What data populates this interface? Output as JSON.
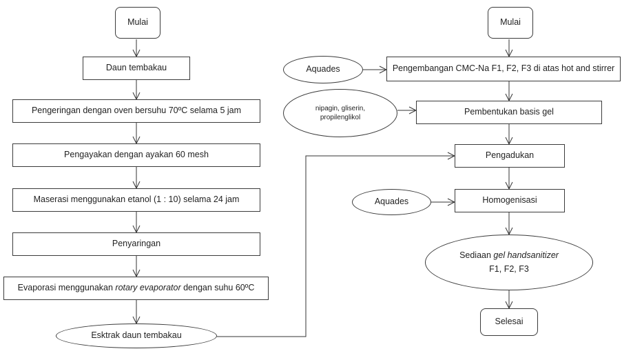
{
  "left_flow": {
    "start": "Mulai",
    "leaf": "Daun tembakau",
    "drying": "Pengeringan dengan oven bersuhu 70ºC selama 5 jam",
    "sieving": "Pengayakan dengan ayakan 60 mesh",
    "maceration": "Maserasi menggunakan etanol (1 : 10) selama 24 jam",
    "filtering": "Penyaringan",
    "evaporation_pre": "Evaporasi menggunakan ",
    "evaporation_italic": "rotary evaporator",
    "evaporation_post": " dengan suhu 60ºC",
    "extract": "Esktrak daun tembakau"
  },
  "right_flow": {
    "start": "Mulai",
    "cmc": "Pengembangan CMC-Na F1, F2, F3 di atas hot and stirrer",
    "aquades_1": "Aquades",
    "gel_base": "Pembentukan basis gel",
    "additives_line1": "nipagin, gliserin,",
    "additives_line2": "propilenglikol",
    "stirring": "Pengadukan",
    "homogenize": "Homogenisasi",
    "aquades_2": "Aquades",
    "product_pre": "Sediaan ",
    "product_italic": "gel handsanitizer",
    "product_line2": "F1, F2, F3",
    "end": "Selesai"
  }
}
